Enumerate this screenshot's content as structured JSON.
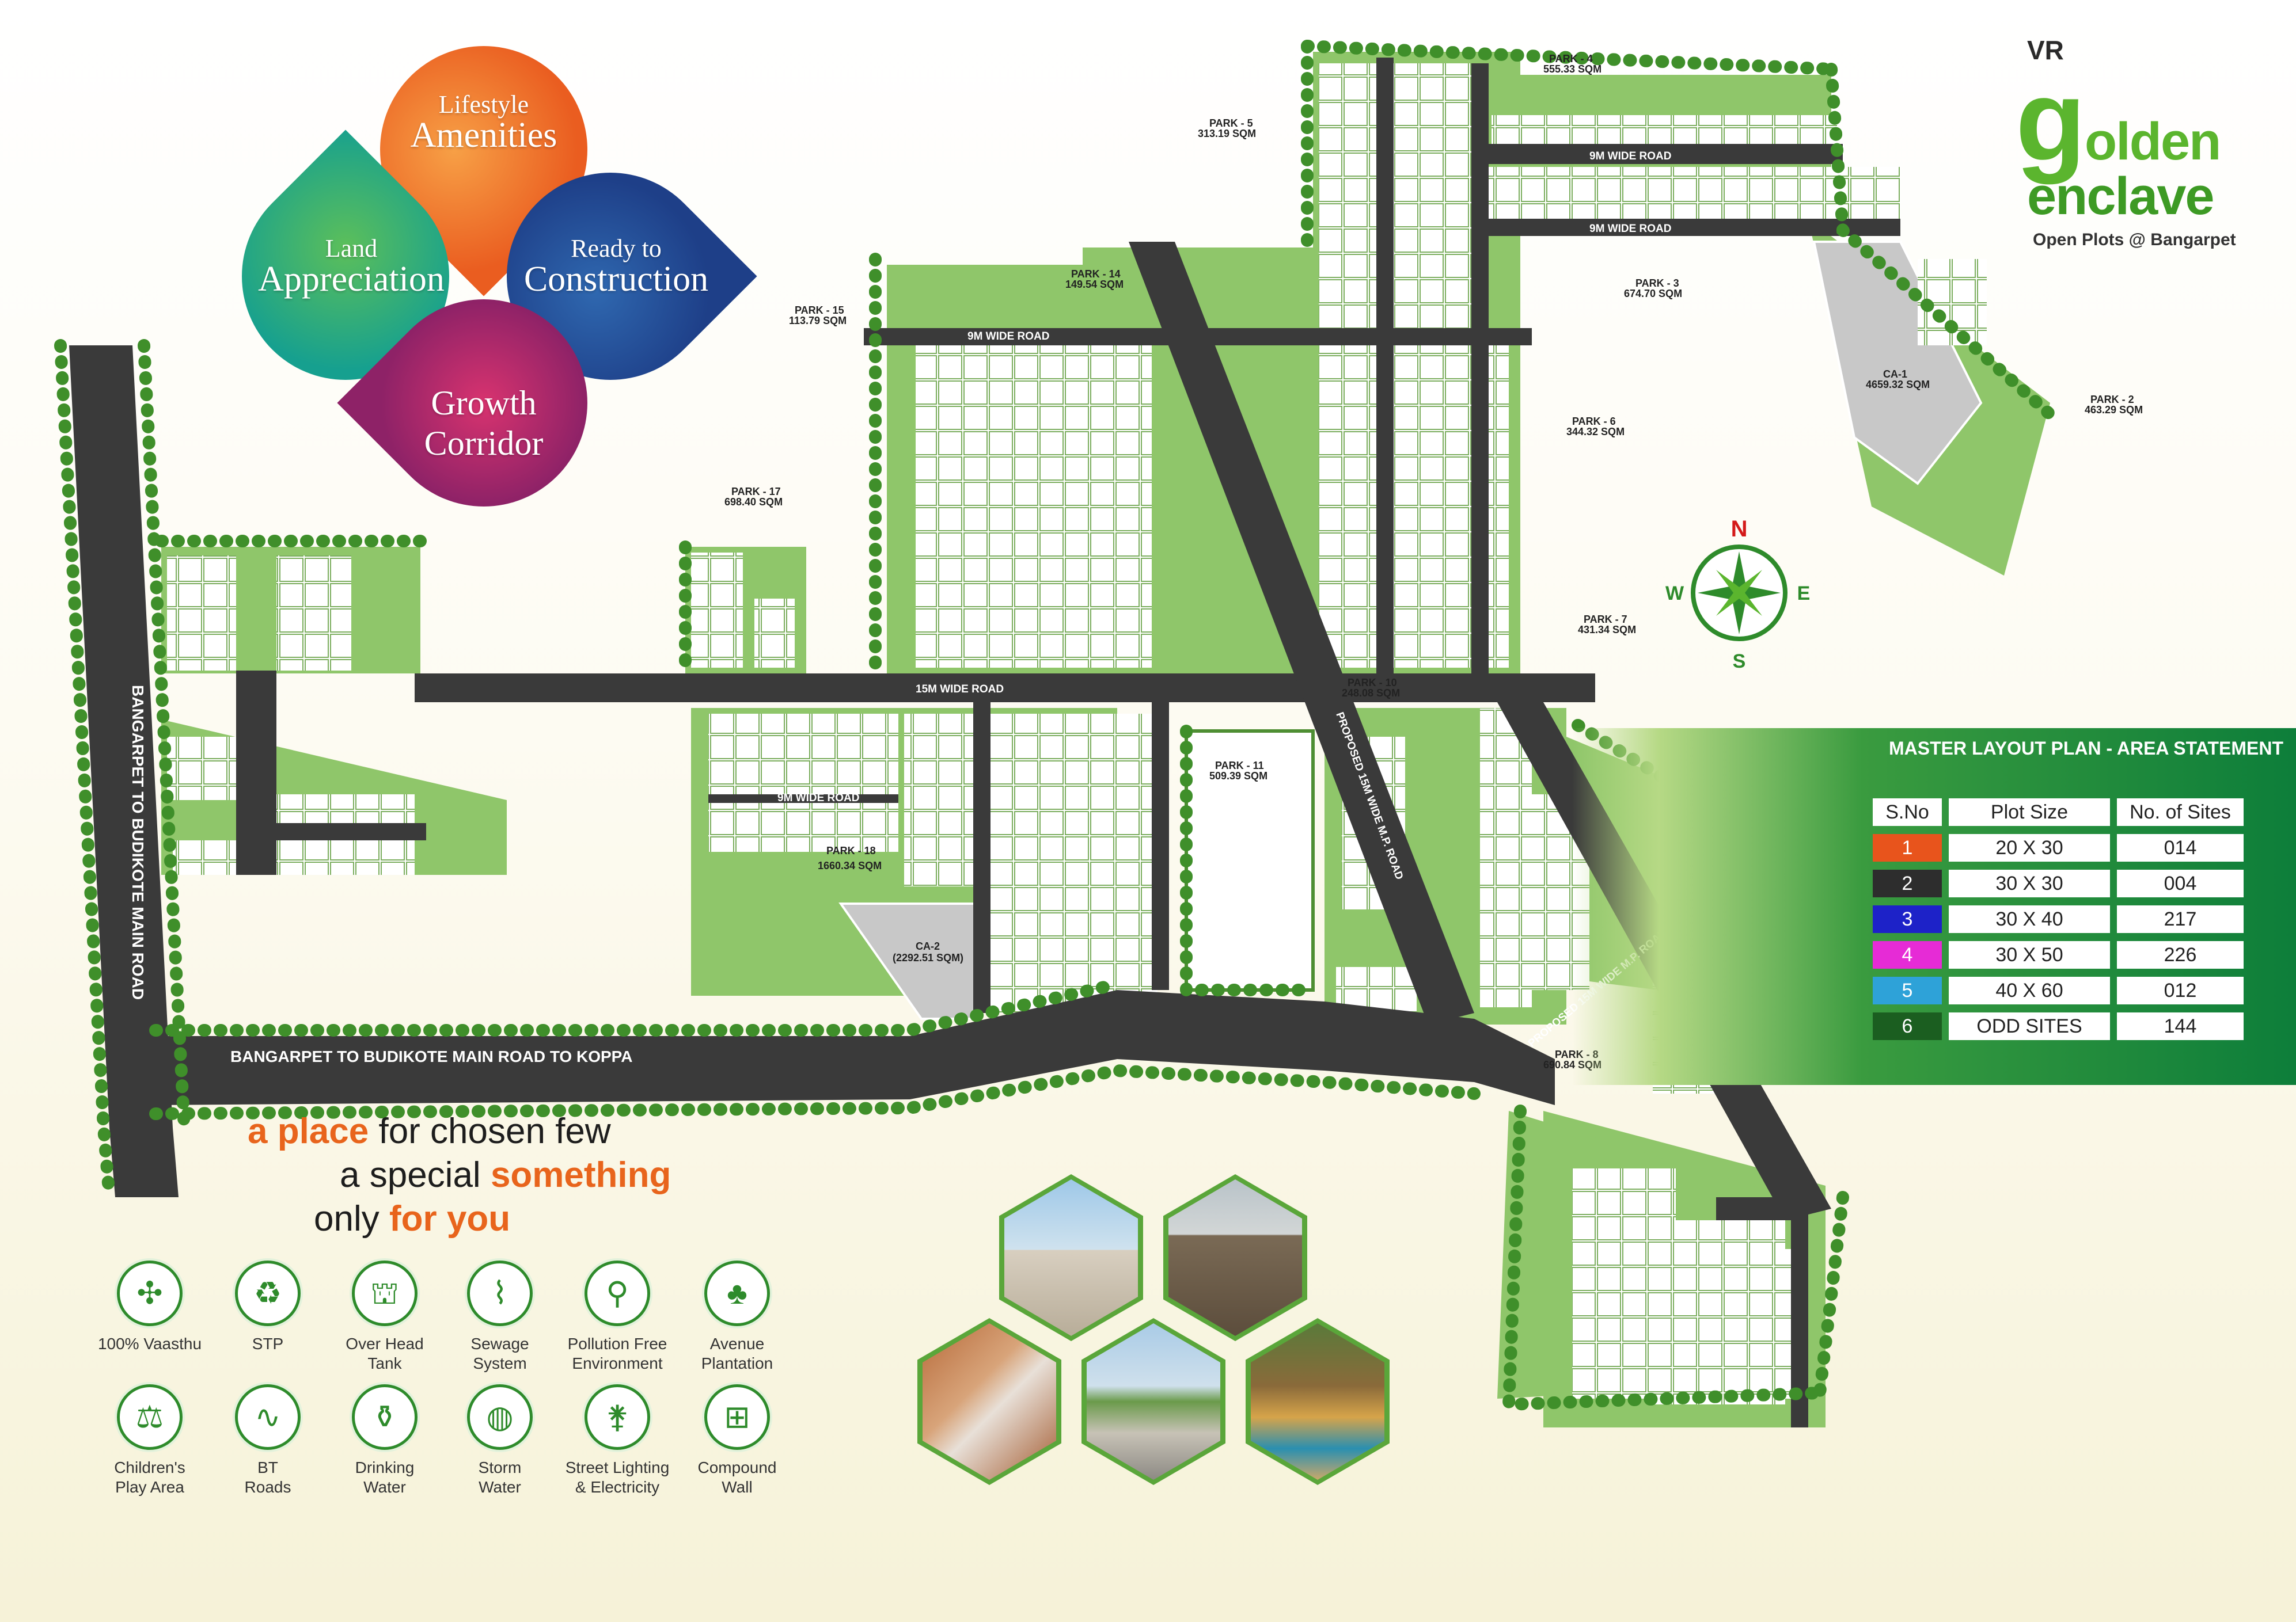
{
  "petals": {
    "lifestyle_small": "Lifestyle",
    "lifestyle_big": "Amenities",
    "land_small": "Land",
    "land_big": "Appreciation",
    "ready_small": "Ready to",
    "ready_big": "Construction",
    "growth_big": "Growth",
    "growth_small": "Corridor"
  },
  "logo": {
    "vr": "VR",
    "g": "g",
    "olden": "olden",
    "enclave": "enclave",
    "tagline": "Open Plots @ Bangarpet"
  },
  "map": {
    "roads": {
      "main_road_horizontal": "BANGARPET TO BUDIKOTE MAIN ROAD  TO KOPPA",
      "main_road_vertical": "BANGARPET TO BUDIKOTE MAIN ROAD",
      "road_15m": "15M WIDE ROAD",
      "road_9m": "9M WIDE ROAD",
      "proposed_mp_road": "PROPOSED 15M WIDE M.P. ROAD"
    },
    "parks": [
      {
        "name": "PARK - 4",
        "area": "555.33 SQM"
      },
      {
        "name": "PARK - 5",
        "area": "313.19 SQM"
      },
      {
        "name": "PARK - 14",
        "area": "149.54 SQM"
      },
      {
        "name": "PARK - 15",
        "area": "113.79 SQM"
      },
      {
        "name": "PARK - 3",
        "area": "674.70 SQM"
      },
      {
        "name": "PARK - 6",
        "area": "344.32 SQM"
      },
      {
        "name": "PARK - 2",
        "area": "463.29 SQM"
      },
      {
        "name": "PARK - 17",
        "area": "698.40 SQM"
      },
      {
        "name": "PARK - 7",
        "area": "431.34 SQM"
      },
      {
        "name": "PARK - 10",
        "area": "248.08 SQM"
      },
      {
        "name": "PARK - 11",
        "area": "509.39 SQM"
      },
      {
        "name": "PARK - 18",
        "area": "1660.34 SQM"
      },
      {
        "name": "PARK - 8",
        "area": "690.84 SQM"
      }
    ],
    "civic": [
      {
        "name": "CA-1",
        "area": "4659.32 SQM"
      },
      {
        "name": "CA-2",
        "area": "(2292.51 SQM)"
      }
    ],
    "compass": {
      "n": "N",
      "s": "S",
      "e": "E",
      "w": "W"
    },
    "road_color": "#3a3a3a",
    "plot_color": "#ffffff",
    "tree_color": "#3f8f2a"
  },
  "tagline": {
    "line1_hl": "a place",
    "line1_rest": " for chosen few",
    "line2_pre": "a special ",
    "line2_hl": "something",
    "line3_pre": "only ",
    "line3_hl": "for you"
  },
  "amenities": [
    {
      "label1": "100% Vaasthu",
      "label2": "",
      "icon": "compass-icon",
      "glyph": "✣"
    },
    {
      "label1": "STP",
      "label2": "",
      "icon": "recycle-icon",
      "glyph": "♻"
    },
    {
      "label1": "Over Head",
      "label2": "Tank",
      "icon": "water-tower-icon",
      "glyph": "⛫"
    },
    {
      "label1": "Sewage",
      "label2": "System",
      "icon": "pipe-icon",
      "glyph": "⌇"
    },
    {
      "label1": "Pollution Free",
      "label2": "Environment",
      "icon": "leaf-pin-icon",
      "glyph": "⚲"
    },
    {
      "label1": "Avenue",
      "label2": "Plantation",
      "icon": "trees-icon",
      "glyph": "♣"
    },
    {
      "label1": "Children's",
      "label2": "Play Area",
      "icon": "seesaw-icon",
      "glyph": "⚖"
    },
    {
      "label1": "BT",
      "label2": "Roads",
      "icon": "road-icon",
      "glyph": "∿"
    },
    {
      "label1": "Drinking",
      "label2": "Water",
      "icon": "tap-icon",
      "glyph": "⚱"
    },
    {
      "label1": "Storm",
      "label2": "Water",
      "icon": "storm-drain-icon",
      "glyph": "◍"
    },
    {
      "label1": "Street Lighting",
      "label2": "& Electricity",
      "icon": "streetlight-icon",
      "glyph": "⚵"
    },
    {
      "label1": "Compound",
      "label2": "Wall",
      "icon": "fence-icon",
      "glyph": "⊞"
    }
  ],
  "area_statement": {
    "title": "MASTER LAYOUT PLAN - AREA STATEMENT",
    "headers": [
      "S.No",
      "Plot Size",
      "No. of Sites"
    ],
    "rows": [
      {
        "sno": "1",
        "size": "20 X 30",
        "count": "014",
        "color": "#e8541c"
      },
      {
        "sno": "2",
        "size": "30 X 30",
        "count": "004",
        "color": "#2d2d2d"
      },
      {
        "sno": "3",
        "size": "30 X 40",
        "count": "217",
        "color": "#1d22c8"
      },
      {
        "sno": "4",
        "size": "30 X 50",
        "count": "226",
        "color": "#e62bd6"
      },
      {
        "sno": "5",
        "size": "40 X 60",
        "count": "012",
        "color": "#2ea2d8"
      },
      {
        "sno": "6",
        "size": "ODD SITES",
        "count": "144",
        "color": "#1b5e20"
      }
    ]
  }
}
